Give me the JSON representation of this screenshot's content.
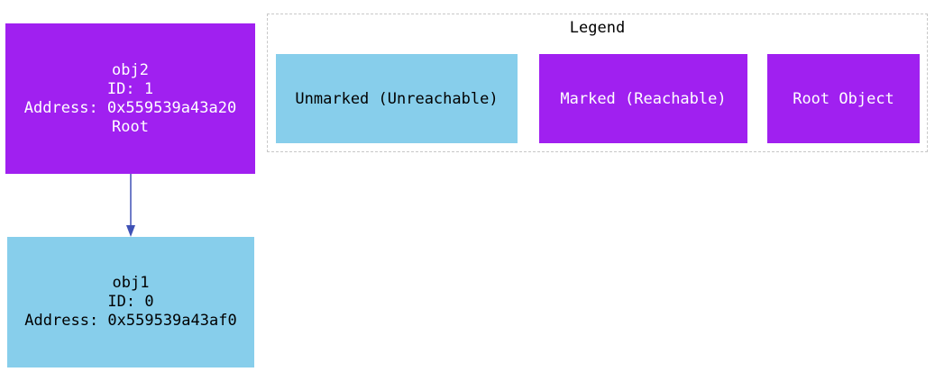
{
  "nodes": {
    "obj2": {
      "name": "obj2",
      "id_line": "ID: 1",
      "address_line": "Address: 0x559539a43a20",
      "role_line": "Root"
    },
    "obj1": {
      "name": "obj1",
      "id_line": "ID: 0",
      "address_line": "Address: 0x559539a43af0"
    }
  },
  "edges": [
    {
      "from": "obj2",
      "to": "obj1"
    }
  ],
  "legend": {
    "title": "Legend",
    "unmarked_label": "Unmarked (Unreachable)",
    "marked_label": "Marked (Reachable)",
    "root_label": "Root Object"
  },
  "colors": {
    "marked": "#a020f0",
    "unmarked": "#87ceeb",
    "edge": "#3f51b5",
    "legend_border": "#c8c8c8"
  }
}
